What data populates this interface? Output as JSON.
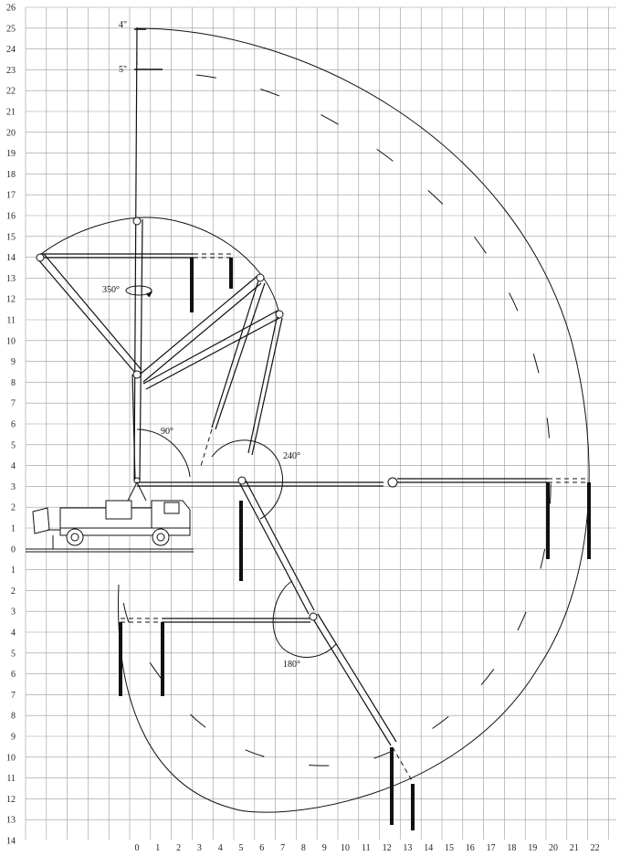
{
  "axes": {
    "y_upper_ticks": [
      "26",
      "25",
      "24",
      "23",
      "22",
      "21",
      "20",
      "19",
      "18",
      "17",
      "16",
      "15",
      "14",
      "13",
      "12",
      "11",
      "10",
      "9",
      "8",
      "7",
      "6",
      "5",
      "4",
      "3",
      "2",
      "1",
      "0"
    ],
    "y_lower_ticks": [
      "1",
      "2",
      "3",
      "4",
      "5",
      "6",
      "7",
      "8",
      "9",
      "10",
      "11",
      "12",
      "13",
      "14"
    ],
    "x_ticks": [
      "0",
      "1",
      "2",
      "3",
      "4",
      "5",
      "6",
      "7",
      "8",
      "9",
      "10",
      "11",
      "12",
      "13",
      "14",
      "15",
      "16",
      "17",
      "18",
      "19",
      "20",
      "21",
      "22"
    ]
  },
  "annotations": {
    "tip_top": "4\"",
    "tip_second": "5\"",
    "slew_angle": "350°",
    "angle_first_arm": "90°",
    "angle_second_arm": "240°",
    "angle_third_arm": "180°"
  },
  "icons": {
    "truck": "concrete-pump-truck-icon",
    "rotation_arrow": "rotation-arrow-icon"
  },
  "colors": {
    "grid": "#9a9a9a",
    "ink": "#111111",
    "background": "#ffffff"
  }
}
